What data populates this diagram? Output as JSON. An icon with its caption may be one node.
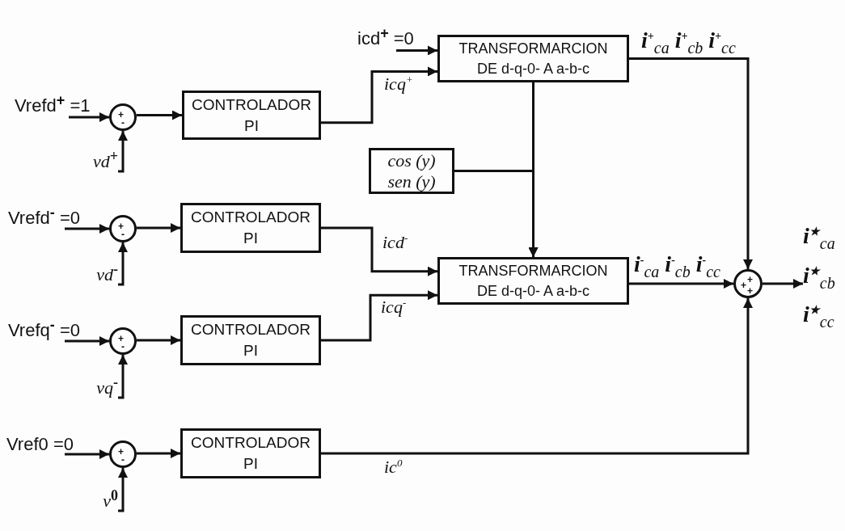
{
  "diagram": {
    "nodes": [
      {
        "text": [
          "Vrefd$^{+}$ =1"
        ]
      },
      {
        "text": [
          "+",
          "-"
        ]
      },
      {
        "text": [
          "vd$^{+}$"
        ]
      },
      {
        "text": [
          "CONTROLADOR PI"
        ]
      },
      {
        "text": [
          "icd$^{+}$ =0"
        ]
      },
      {
        "text": [
          "TRANSFORMARCION DE  d-q-0- A a-b-c"
        ]
      },
      {
        "text": [
          "cos (y)",
          "sen (y)"
        ]
      },
      {
        "text": [
          "Vrefd$^{-}$ =0"
        ]
      },
      {
        "text": [
          "+",
          "-"
        ]
      },
      {
        "text": [
          "vd$^{-}$"
        ]
      },
      {
        "text": [
          "CONTROLADOR PI"
        ]
      },
      {
        "text": [
          "TRANSFORMARCION DE  d-q-0- A a-b-c"
        ]
      },
      {
        "text": [
          "Vrefq$^{-}$ =0"
        ]
      },
      {
        "text": [
          "+",
          "-"
        ]
      },
      {
        "text": [
          "vq$^{-}$"
        ]
      },
      {
        "text": [
          "CONTROLADOR PI"
        ]
      },
      {
        "text": [
          "Vref0 =0"
        ]
      },
      {
        "text": [
          "+",
          "-"
        ]
      },
      {
        "text": [
          "v$^{0}$"
        ]
      },
      {
        "text": [
          "CONTROLADOR PI"
        ]
      },
      {
        "text": [
          "+",
          "+",
          "+"
        ]
      },
      {
        "text": [
          "i$^{★}$$_{ca}$",
          "i$^{★}$$_{cb}$",
          "i$^{★}$$_{cc}$"
        ]
      }
    ],
    "edges": [
      {
        "from": 0,
        "to": 1,
        "arrow": "to"
      },
      {
        "from": 2,
        "to": 1,
        "arrow": "to"
      },
      {
        "from": 1,
        "to": 3,
        "arrow": "to"
      },
      {
        "from": 3,
        "to": 5,
        "arrow": "to",
        "label": "icq$^{+}$"
      },
      {
        "from": 4,
        "to": 5,
        "arrow": "to"
      },
      {
        "from": 5,
        "to": 20,
        "arrow": "to",
        "label": "i$^{+}$$_{ca}$ i$^{+}$$_{cb}$ i$^{+}$$_{cc}$"
      },
      {
        "from": 5,
        "to": 11,
        "arrow": "to"
      },
      {
        "from": 6,
        "to": 11,
        "arrow": "to"
      },
      {
        "from": 7,
        "to": 8,
        "arrow": "to"
      },
      {
        "from": 9,
        "to": 8,
        "arrow": "to"
      },
      {
        "from": 8,
        "to": 10,
        "arrow": "to"
      },
      {
        "from": 10,
        "to": 11,
        "arrow": "to",
        "label": "icd$^{-}$"
      },
      {
        "from": 12,
        "to": 13,
        "arrow": "to"
      },
      {
        "from": 14,
        "to": 13,
        "arrow": "to"
      },
      {
        "from": 13,
        "to": 15,
        "arrow": "to"
      },
      {
        "from": 15,
        "to": 11,
        "arrow": "to",
        "label": "icq$^{-}$"
      },
      {
        "from": 11,
        "to": 20,
        "arrow": "to",
        "label": "i$^{-}$$_{ca}$ i$^{-}$$_{cb}$ i$^{-}$$_{cc}$"
      },
      {
        "from": 16,
        "to": 17,
        "arrow": "to"
      },
      {
        "from": 18,
        "to": 17,
        "arrow": "to"
      },
      {
        "from": 17,
        "to": 19,
        "arrow": "to"
      },
      {
        "from": 19,
        "to": 20,
        "arrow": "to",
        "label": "ic$^{0}$"
      },
      {
        "from": 20,
        "to": 21,
        "arrow": "to"
      }
    ]
  }
}
